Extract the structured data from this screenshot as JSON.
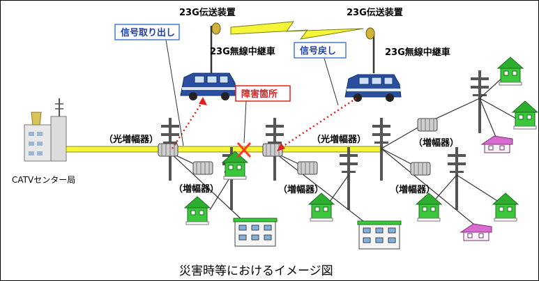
{
  "labels": {
    "transmitter_left": "23G伝送装置",
    "transmitter_right": "23G伝送装置",
    "relay_car_left": "23G無線中継車",
    "relay_car_right": "23G無線中継車",
    "signal_out": "信号取り出し",
    "signal_return": "信号戻し",
    "fault_point": "障害箇所",
    "optical_amp_left": "（光増幅器）",
    "optical_amp_right": "（光増幅器）",
    "amp_1": "（増幅器）",
    "amp_2": "（増幅器）",
    "amp_3": "（増幅器）",
    "amp_4": "（増幅器）",
    "headend": "CATVセンター局"
  },
  "caption": "災害時等におけるイメージ図",
  "colors": {
    "trunk_line": "#f5f53a",
    "callout_border": "#4a7bd0",
    "fault_mark": "#ff3a1a",
    "van_body": "#2a4fa0",
    "house_green": "#3cc83c",
    "house_pink": "#d86ad0"
  }
}
